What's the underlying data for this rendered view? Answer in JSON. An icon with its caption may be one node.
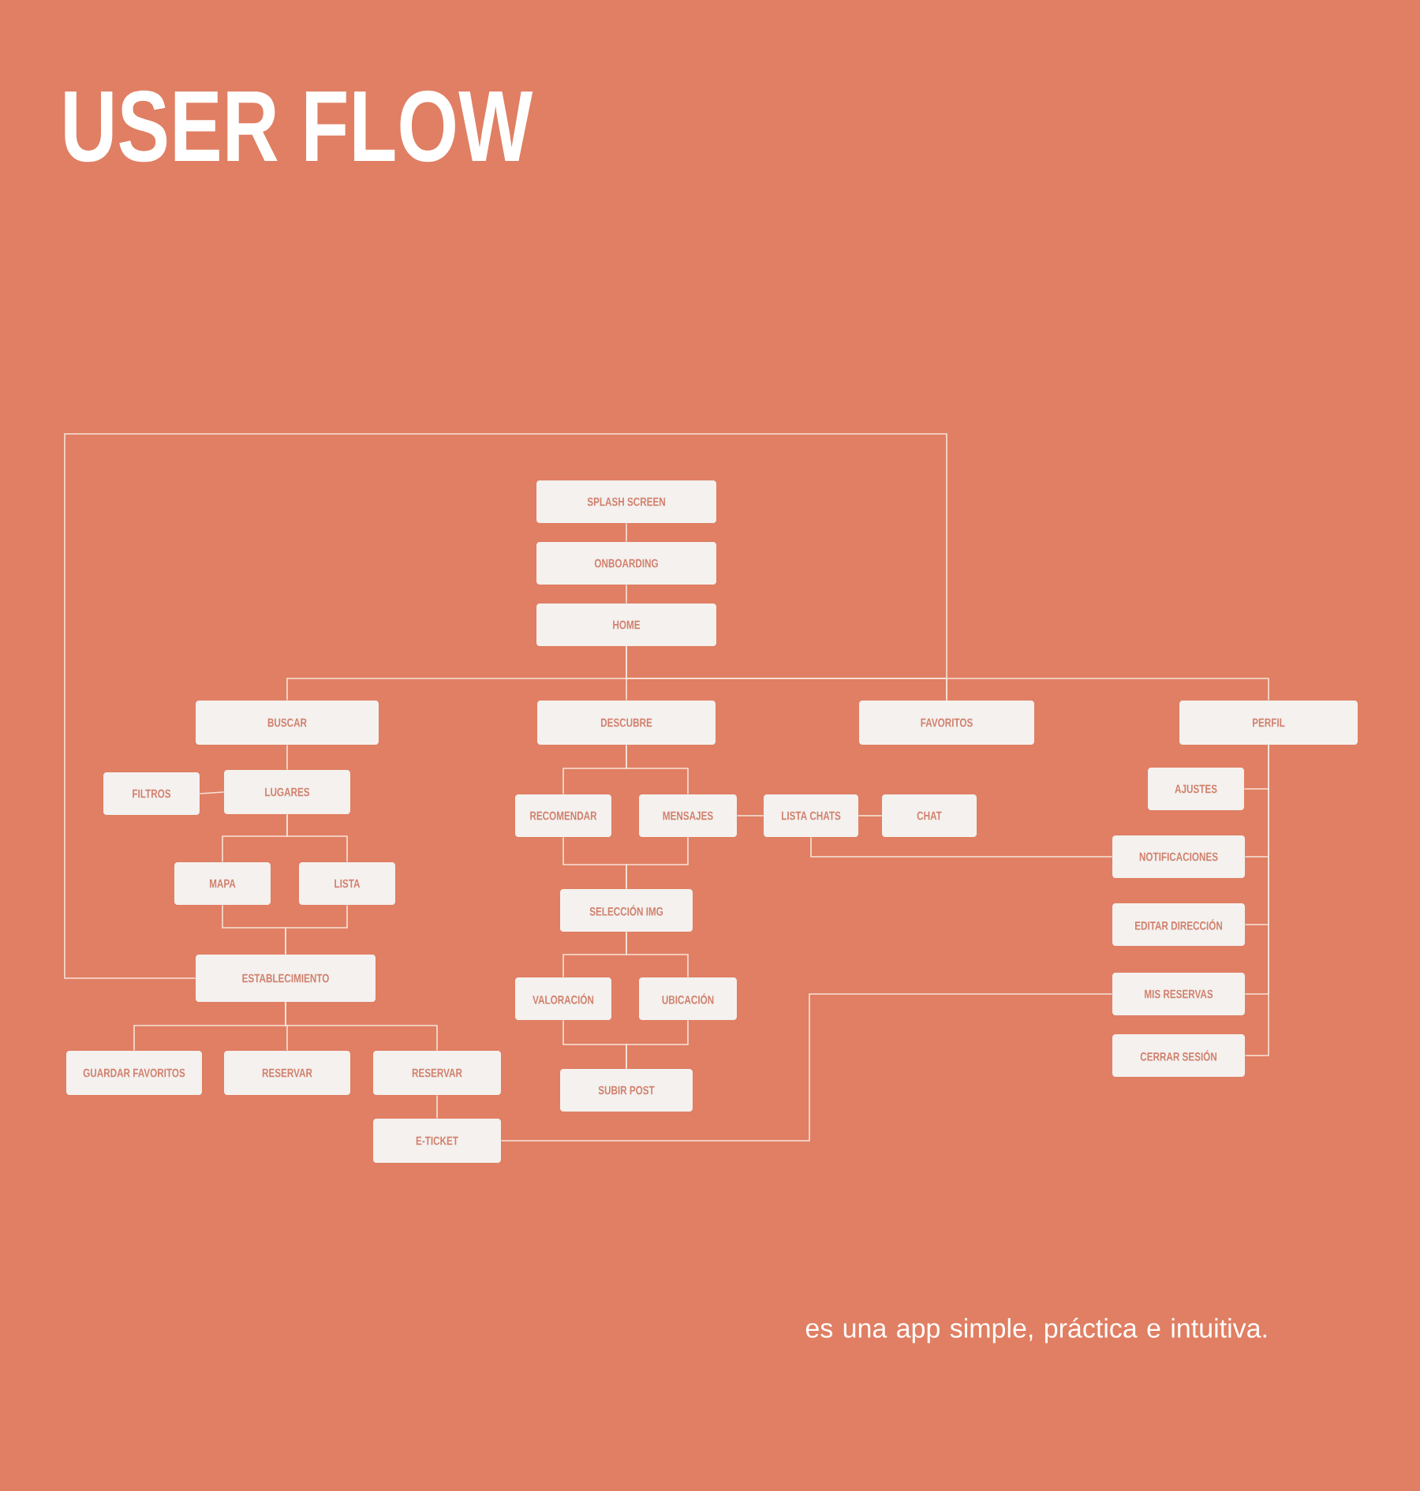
{
  "diagram": {
    "title": "USER FLOW",
    "caption": "es una app simple, práctica e intuitiva.",
    "nodes": [
      {
        "text": [
          "SPLASH SCREEN"
        ]
      },
      {
        "text": [
          "ONBOARDING"
        ]
      },
      {
        "text": [
          "HOME"
        ]
      },
      {
        "text": [
          "BUSCAR"
        ]
      },
      {
        "text": [
          "DESCUBRE"
        ]
      },
      {
        "text": [
          "FAVORITOS"
        ]
      },
      {
        "text": [
          "PERFIL"
        ]
      },
      {
        "text": [
          "FILTROS"
        ]
      },
      {
        "text": [
          "LUGARES"
        ]
      },
      {
        "text": [
          "MAPA"
        ]
      },
      {
        "text": [
          "LISTA"
        ]
      },
      {
        "text": [
          "ESTABLECIMIENTO"
        ]
      },
      {
        "text": [
          "GUARDAR FAVORITOS"
        ]
      },
      {
        "text": [
          "RESERVAR"
        ]
      },
      {
        "text": [
          "RESERVAR"
        ]
      },
      {
        "text": [
          "E-TICKET"
        ]
      },
      {
        "text": [
          "RECOMENDAR"
        ]
      },
      {
        "text": [
          "MENSAJES"
        ]
      },
      {
        "text": [
          "LISTA CHATS"
        ]
      },
      {
        "text": [
          "CHAT"
        ]
      },
      {
        "text": [
          "SELECCIÓN IMG"
        ]
      },
      {
        "text": [
          "VALORACIÓN"
        ]
      },
      {
        "text": [
          "UBICACIÓN"
        ]
      },
      {
        "text": [
          "SUBIR POST"
        ]
      },
      {
        "text": [
          "AJUSTES"
        ]
      },
      {
        "text": [
          "NOTIFICACIONES"
        ]
      },
      {
        "text": [
          "EDITAR DIRECCIÓN"
        ]
      },
      {
        "text": [
          "MIS RESERVAS"
        ]
      },
      {
        "text": [
          "CERRAR SESIÓN"
        ]
      }
    ],
    "edges": [
      {
        "from": 0,
        "to": 1,
        "arrow": "none"
      },
      {
        "from": 1,
        "to": 2,
        "arrow": "none"
      },
      {
        "from": 2,
        "to": 3,
        "arrow": "none"
      },
      {
        "from": 2,
        "to": 4,
        "arrow": "none"
      },
      {
        "from": 2,
        "to": 5,
        "arrow": "none"
      },
      {
        "from": 2,
        "to": 6,
        "arrow": "none"
      },
      {
        "from": 5,
        "to": 11,
        "arrow": "none"
      },
      {
        "from": 3,
        "to": 8,
        "arrow": "none"
      },
      {
        "from": 8,
        "to": 7,
        "arrow": "none"
      },
      {
        "from": 8,
        "to": 9,
        "arrow": "none"
      },
      {
        "from": 8,
        "to": 10,
        "arrow": "none"
      },
      {
        "from": 9,
        "to": 11,
        "arrow": "none"
      },
      {
        "from": 10,
        "to": 11,
        "arrow": "none"
      },
      {
        "from": 11,
        "to": 12,
        "arrow": "none"
      },
      {
        "from": 11,
        "to": 13,
        "arrow": "none"
      },
      {
        "from": 11,
        "to": 14,
        "arrow": "none"
      },
      {
        "from": 14,
        "to": 15,
        "arrow": "none"
      },
      {
        "from": 15,
        "to": 27,
        "arrow": "none"
      },
      {
        "from": 4,
        "to": 16,
        "arrow": "none"
      },
      {
        "from": 4,
        "to": 17,
        "arrow": "none"
      },
      {
        "from": 17,
        "to": 18,
        "arrow": "none"
      },
      {
        "from": 18,
        "to": 19,
        "arrow": "none"
      },
      {
        "from": 18,
        "to": 25,
        "arrow": "none"
      },
      {
        "from": 16,
        "to": 20,
        "arrow": "none"
      },
      {
        "from": 17,
        "to": 20,
        "arrow": "none"
      },
      {
        "from": 20,
        "to": 21,
        "arrow": "none"
      },
      {
        "from": 20,
        "to": 22,
        "arrow": "none"
      },
      {
        "from": 21,
        "to": 23,
        "arrow": "none"
      },
      {
        "from": 22,
        "to": 23,
        "arrow": "none"
      },
      {
        "from": 6,
        "to": 24,
        "arrow": "none"
      },
      {
        "from": 6,
        "to": 25,
        "arrow": "none"
      },
      {
        "from": 6,
        "to": 26,
        "arrow": "none"
      },
      {
        "from": 6,
        "to": 27,
        "arrow": "none"
      },
      {
        "from": 6,
        "to": 28,
        "arrow": "none"
      }
    ]
  }
}
